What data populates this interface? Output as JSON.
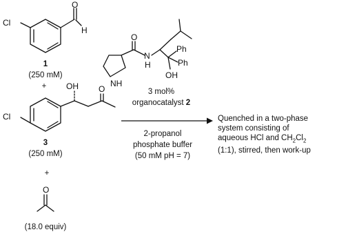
{
  "compound_1": {
    "atom_cl": "Cl",
    "atom_o": "O",
    "atom_h": "H",
    "number": "1",
    "concentration": "(250 mM)"
  },
  "plus_1": "+",
  "compound_3": {
    "atom_cl": "Cl",
    "atom_oh": "OH",
    "atom_o": "O",
    "number": "3",
    "concentration": "(250 mM)"
  },
  "plus_2": "+",
  "acetone": {
    "atom_o": "O",
    "equiv": "(18.0 equiv)"
  },
  "catalyst": {
    "atom_o": "O",
    "atom_n": "N",
    "atom_h": "H",
    "atom_nh": "NH",
    "atom_oh": "OH",
    "ph_1": "Ph",
    "ph_2": "Ph",
    "loading": "3 mol%",
    "name": "organocatalyst",
    "number": "2"
  },
  "conditions": {
    "solvent": "2-propanol",
    "buffer": "phosphate buffer",
    "buffer_detail": "(50 mM pH = 7)"
  },
  "quench": {
    "line1": "Quenched in a two-phase",
    "line2": "system consisting of",
    "line3_pre": "aqueous HCl and CH",
    "sub_a": "2",
    "line3_mid": "Cl",
    "sub_b": "2",
    "line4": "(1:1), stirred, then work-up"
  }
}
